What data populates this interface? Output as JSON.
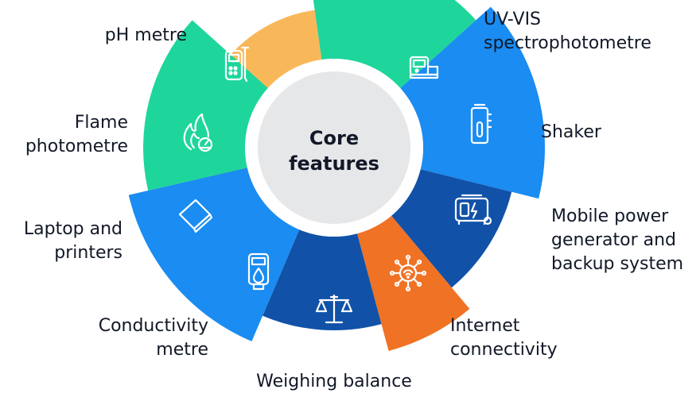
{
  "center": {
    "line1": "Core",
    "line2": "features"
  },
  "features": [
    {
      "id": "ph",
      "lines": [
        "pH metre"
      ],
      "color": "#F8B85A",
      "icon": "ph-meter-icon"
    },
    {
      "id": "uvvis",
      "lines": [
        "UV-VIS",
        "spectrophotometre"
      ],
      "color": "#F8B85A",
      "icon": "spectrophotometer-icon"
    },
    {
      "id": "shaker",
      "lines": [
        "Shaker"
      ],
      "color": "#1ED69B",
      "icon": "shaker-icon"
    },
    {
      "id": "power",
      "lines": [
        "Mobile power",
        "generator and",
        "backup system"
      ],
      "color": "#1A8CF2",
      "icon": "generator-icon"
    },
    {
      "id": "internet",
      "lines": [
        "Internet",
        "connectivity"
      ],
      "color": "#1152A8",
      "icon": "network-icon"
    },
    {
      "id": "weighing",
      "lines": [
        "Weighing balance"
      ],
      "color": "#F07224",
      "icon": "balance-scale-icon"
    },
    {
      "id": "conduct",
      "lines": [
        "Conductivity",
        "metre"
      ],
      "color": "#1152A8",
      "icon": "conductivity-meter-icon"
    },
    {
      "id": "laptop",
      "lines": [
        "Laptop and",
        "printers"
      ],
      "color": "#1A8CF2",
      "icon": "laptop-icon"
    },
    {
      "id": "flame",
      "lines": [
        "Flame",
        "photometre"
      ],
      "color": "#1ED69B",
      "icon": "flame-icon"
    }
  ]
}
